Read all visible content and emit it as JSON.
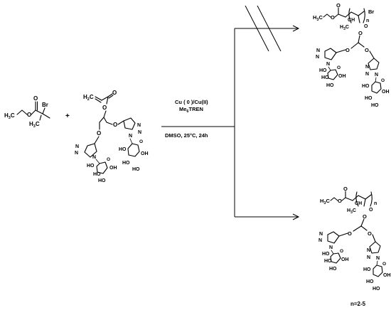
{
  "reagents": {
    "line1": "Cu ( 0 )/Cu(II)",
    "line2_main": "Me",
    "line2_sub": "6",
    "line2_rest": "TREN",
    "conditions": "DMSO, 25°C, 24h"
  },
  "plus_sign": "+",
  "note": "n=2-5",
  "atoms": {
    "br": "Br",
    "o": "O",
    "h3c_main": "H",
    "h3c_sub": "3",
    "h3c_c": "C",
    "h2c_main": "H",
    "h2c_sub": "2",
    "h2c_c": "C",
    "ch_c": "C",
    "ch_h": "H",
    "n": "N",
    "n_single": "N",
    "ho": "HO",
    "oh": "OH",
    "n_repeat": "n"
  }
}
